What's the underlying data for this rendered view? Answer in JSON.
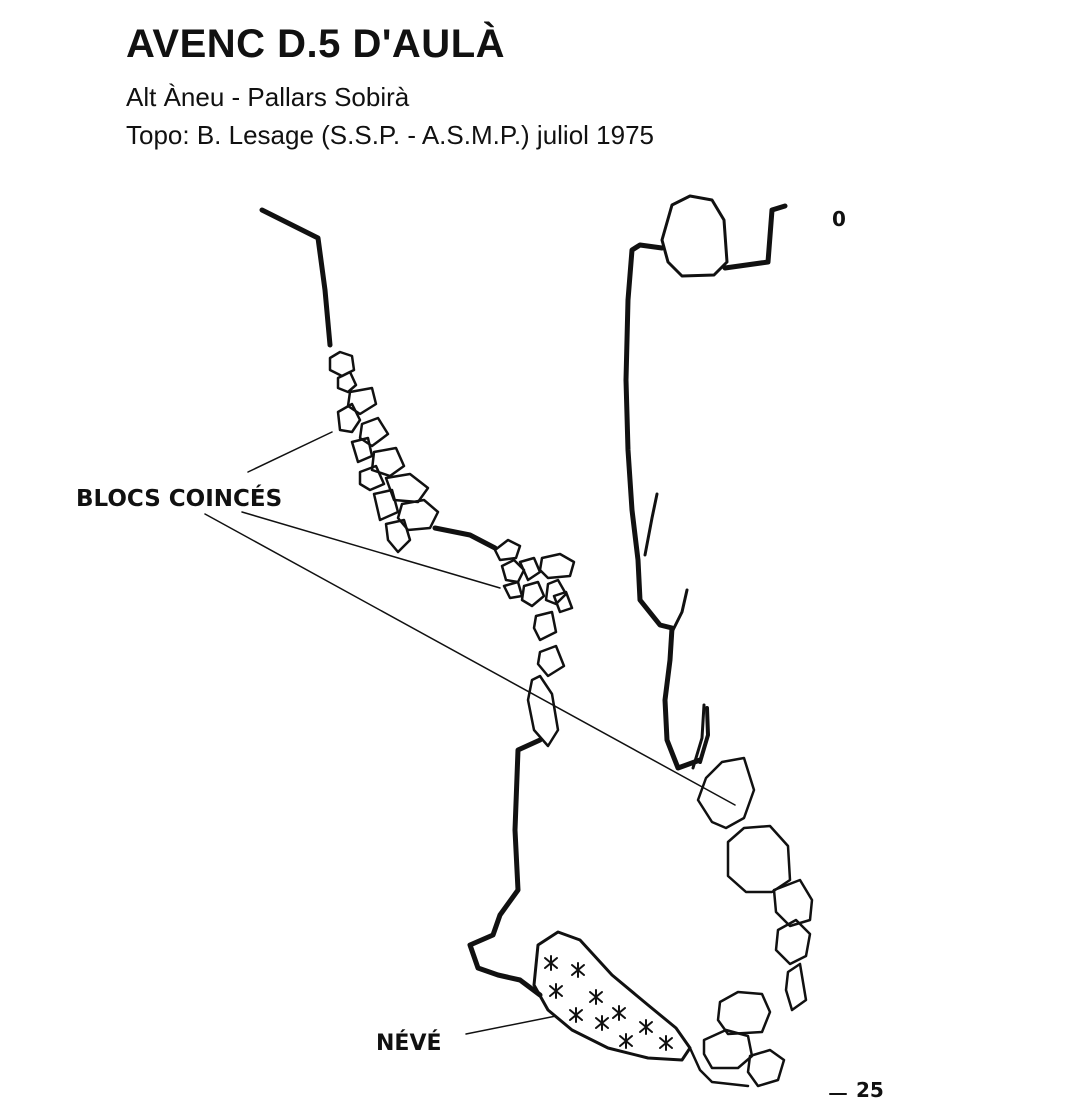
{
  "header": {
    "title": "AVENC D.5 D'AULÀ",
    "location": "Alt Àneu - Pallars Sobirà",
    "credits": "Topo: B. Lesage  (S.S.P. - A.S.M.P.)  juliol 1975"
  },
  "labels": {
    "blocs": "BLOCS COINCÉS",
    "neve": "NÉVÉ"
  },
  "depth_scale": {
    "top": "0",
    "bottom": "25"
  },
  "colors": {
    "ink": "#111111",
    "background": "#ffffff"
  }
}
